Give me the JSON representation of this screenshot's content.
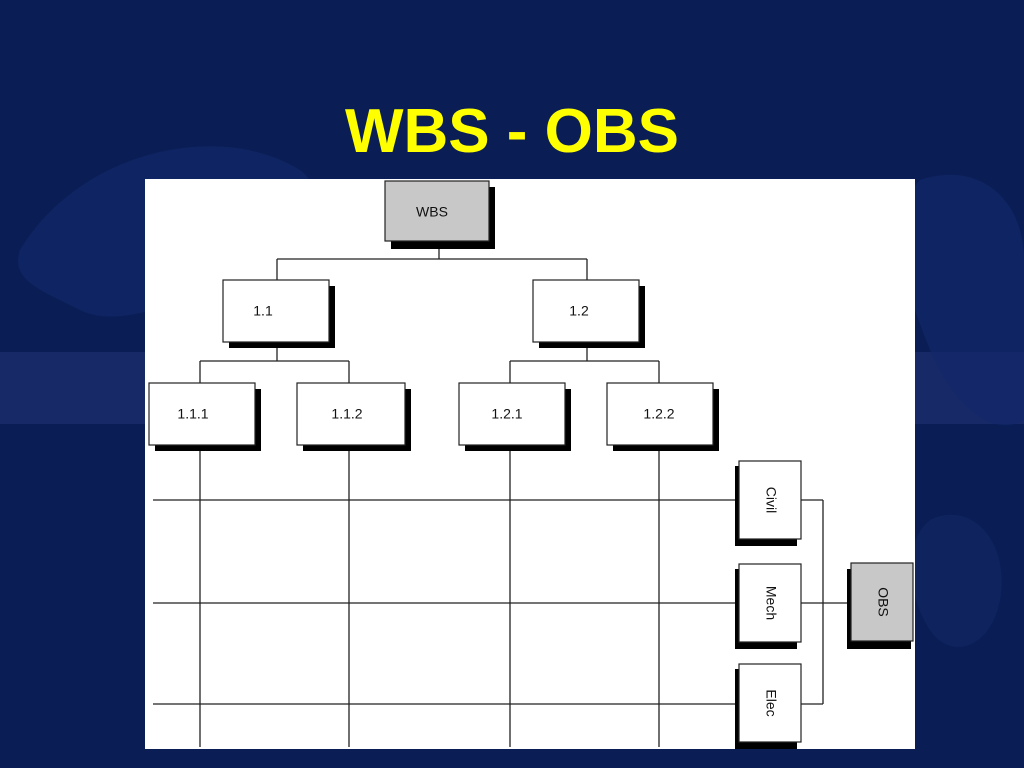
{
  "slide": {
    "title": "WBS - OBS",
    "colors": {
      "background": "#0a1e55",
      "band": "#1a2c6a",
      "title": "#ffff00",
      "panel": "#ffffff",
      "root_fill": "#c8c8c8",
      "node_fill": "#ffffff",
      "shadow": "#000000",
      "line": "#222222"
    }
  },
  "diagram": {
    "wbs_root": {
      "label": "WBS"
    },
    "wbs_level1": [
      {
        "label": "1.1"
      },
      {
        "label": "1.2"
      }
    ],
    "wbs_level2": [
      {
        "label": "1.1.1"
      },
      {
        "label": "1.1.2"
      },
      {
        "label": "1.2.1"
      },
      {
        "label": "1.2.2"
      }
    ],
    "obs_root": {
      "label": "OBS"
    },
    "obs_units": [
      {
        "label": "Civil"
      },
      {
        "label": "Mech"
      },
      {
        "label": "Elec"
      }
    ]
  }
}
